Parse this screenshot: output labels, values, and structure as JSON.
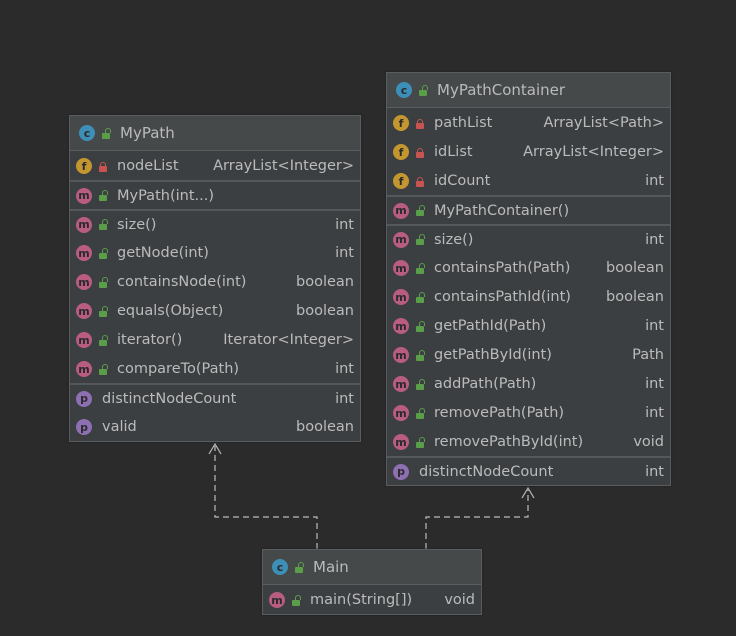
{
  "colors": {
    "class": "#3d8fb8",
    "field": "#c4962f",
    "method": "#b85c82",
    "property": "#8e6fb3",
    "public": "#5a9e4a",
    "private": "#c75450"
  },
  "classes": [
    {
      "id": "mypath",
      "name": "MyPath",
      "icon": "c",
      "rows": [
        {
          "icon": "f",
          "access": "private",
          "name": "nodeList",
          "type": "ArrayList<Integer>"
        },
        {
          "icon": "m",
          "access": "public",
          "name": "MyPath(int...)",
          "type": "",
          "sep": true
        },
        {
          "icon": "m",
          "access": "public",
          "name": "size()",
          "type": "int",
          "sep": true
        },
        {
          "icon": "m",
          "access": "public",
          "name": "getNode(int)",
          "type": "int"
        },
        {
          "icon": "m",
          "access": "public",
          "name": "containsNode(int)",
          "type": "boolean"
        },
        {
          "icon": "m",
          "access": "public",
          "name": "equals(Object)",
          "type": "boolean"
        },
        {
          "icon": "m",
          "access": "public",
          "name": "iterator()",
          "type": "Iterator<Integer>"
        },
        {
          "icon": "m",
          "access": "public",
          "name": "compareTo(Path)",
          "type": "int"
        },
        {
          "icon": "p",
          "access": "none",
          "name": "distinctNodeCount",
          "type": "int",
          "sep": true
        },
        {
          "icon": "p",
          "access": "none",
          "name": "valid",
          "type": "boolean"
        }
      ]
    },
    {
      "id": "container",
      "name": "MyPathContainer",
      "icon": "c",
      "rows": [
        {
          "icon": "f",
          "access": "private",
          "name": "pathList",
          "type": "ArrayList<Path>"
        },
        {
          "icon": "f",
          "access": "private",
          "name": "idList",
          "type": "ArrayList<Integer>"
        },
        {
          "icon": "f",
          "access": "private",
          "name": "idCount",
          "type": "int"
        },
        {
          "icon": "m",
          "access": "public",
          "name": "MyPathContainer()",
          "type": "",
          "sep": true
        },
        {
          "icon": "m",
          "access": "public",
          "name": "size()",
          "type": "int",
          "sep": true
        },
        {
          "icon": "m",
          "access": "public",
          "name": "containsPath(Path)",
          "type": "boolean"
        },
        {
          "icon": "m",
          "access": "public",
          "name": "containsPathId(int)",
          "type": "boolean"
        },
        {
          "icon": "m",
          "access": "public",
          "name": "getPathId(Path)",
          "type": "int"
        },
        {
          "icon": "m",
          "access": "public",
          "name": "getPathById(int)",
          "type": "Path"
        },
        {
          "icon": "m",
          "access": "public",
          "name": "addPath(Path)",
          "type": "int"
        },
        {
          "icon": "m",
          "access": "public",
          "name": "removePath(Path)",
          "type": "int"
        },
        {
          "icon": "m",
          "access": "public",
          "name": "removePathById(int)",
          "type": "void"
        },
        {
          "icon": "p",
          "access": "none",
          "name": "distinctNodeCount",
          "type": "int",
          "sep": true
        }
      ]
    },
    {
      "id": "main",
      "name": "Main",
      "icon": "c",
      "rows": [
        {
          "icon": "m",
          "access": "public",
          "name": "main(String[])",
          "type": "void"
        }
      ]
    }
  ]
}
